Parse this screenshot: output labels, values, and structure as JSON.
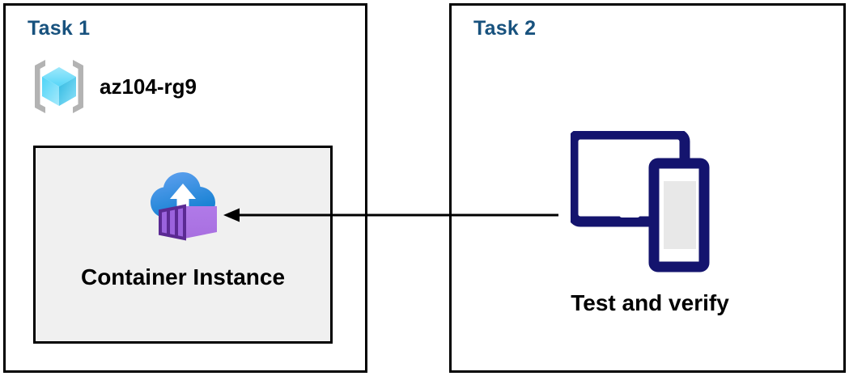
{
  "diagram": {
    "title_color": "#18527e",
    "panels": [
      {
        "id": "task1",
        "title": "Task 1",
        "resource_group": {
          "icon": "azure-resource-group-icon",
          "name": "az104-rg9"
        },
        "resource": {
          "icon": "azure-container-instance-icon",
          "label": "Container Instance",
          "background": "#f0f0f0"
        }
      },
      {
        "id": "task2",
        "title": "Task 2",
        "devices": {
          "icon": "devices-tablet-phone-icon",
          "label": "Test and verify",
          "color": "#14146e"
        }
      }
    ],
    "connector": {
      "name": "arrow-task2-to-container-instance",
      "direction": "right-to-left",
      "color": "#000000"
    }
  }
}
